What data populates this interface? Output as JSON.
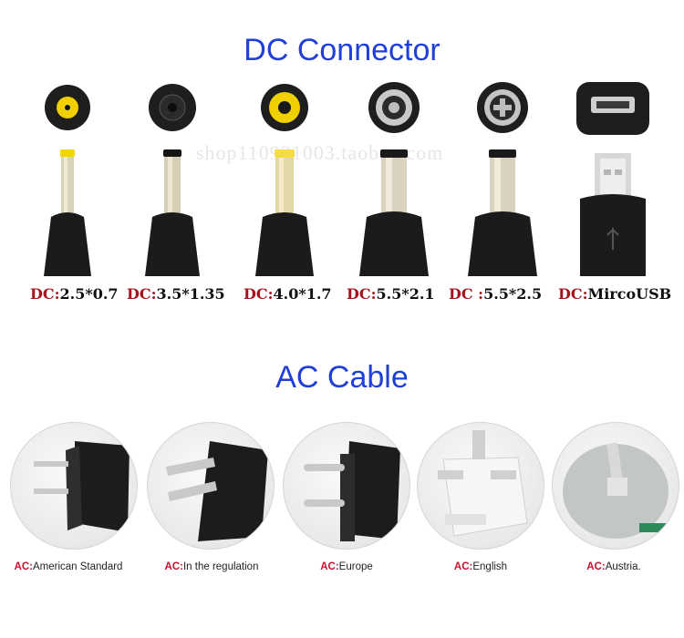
{
  "dc_section": {
    "title": "DC Connector",
    "watermark": "shop110921003.taobao.com",
    "connectors": [
      {
        "prefix": "DC:",
        "size": "2.5*0.7",
        "tip_color": "#f0d000"
      },
      {
        "prefix": "DC:",
        "size": "3.5*1.35",
        "tip_color": "#1a1a1a"
      },
      {
        "prefix": "DC:",
        "size": "4.0*1.7",
        "tip_color": "#f0d000"
      },
      {
        "prefix": "DC:",
        "size": "5.5*2.1",
        "tip_color": "#b8b8b8"
      },
      {
        "prefix": "DC :",
        "size": "5.5*2.5",
        "tip_color": "#b8b8b8"
      },
      {
        "prefix": "DC:",
        "size": "MircoUSB",
        "tip_color": "#cfcfcf"
      }
    ]
  },
  "ac_section": {
    "title": "AC Cable",
    "plugs": [
      {
        "prefix": "AC:",
        "name": "American Standard"
      },
      {
        "prefix": "AC:",
        "name": "In the regulation"
      },
      {
        "prefix": "AC:",
        "name": "Europe"
      },
      {
        "prefix": "AC:",
        "name": "English"
      },
      {
        "prefix": "AC:",
        "name": "Austria."
      }
    ]
  },
  "colors": {
    "title_blue": "#1f3fd6",
    "dc_prefix": "#a3151f",
    "ac_prefix": "#c8102e",
    "plug_body": "#1c1c1c",
    "pin_metal": "#c9c9c9"
  }
}
